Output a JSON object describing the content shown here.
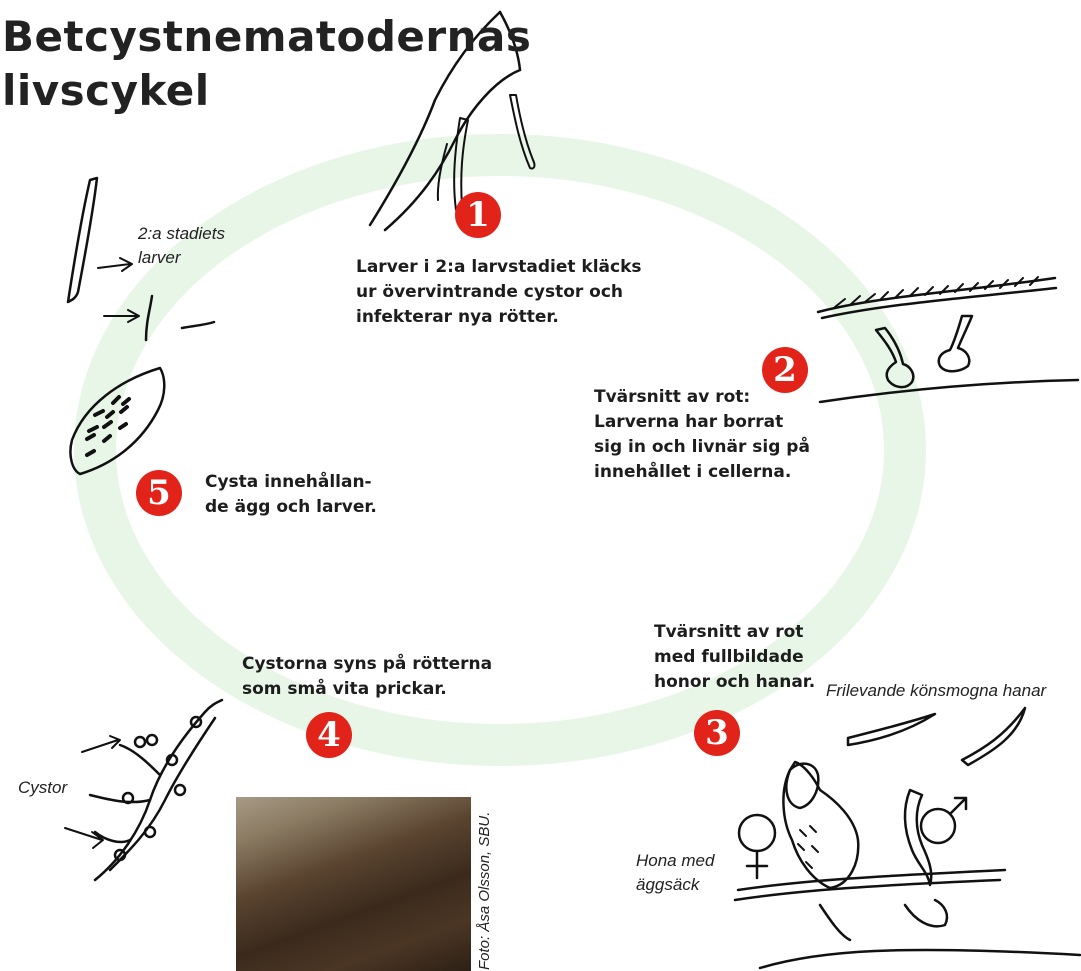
{
  "title_line1": "Betcystnematodernas",
  "title_line2": "livscykel",
  "steps": [
    {
      "number": "1",
      "caption_lines": [
        "Larver i 2:a larvstadiet kläcks",
        "ur övervintrande cystor och",
        "infekterar nya rötter."
      ]
    },
    {
      "number": "2",
      "caption_lines": [
        "Tvärsnitt av rot:",
        "Larverna har borrat",
        "sig in och livnär sig på",
        "innehållet i cellerna."
      ]
    },
    {
      "number": "3",
      "caption_lines": [
        "Tvärsnitt av rot",
        "med fullbildade",
        "honor och hanar."
      ]
    },
    {
      "number": "4",
      "caption_lines": [
        "Cystorna syns på rötterna",
        "som små vita prickar."
      ]
    },
    {
      "number": "5",
      "caption_lines": [
        "Cysta innehållan-",
        "de ägg och larver."
      ]
    }
  ],
  "labels": {
    "stage2_larvae_line1": "2:a stadiets",
    "stage2_larvae_line2": "larver",
    "cysts": "Cystor",
    "free_males": "Frilevande könsmogna hanar",
    "female_line1": "Hona med",
    "female_line2": "äggsäck"
  },
  "photo_credit": "Foto: Åsa Olsson, SBU.",
  "colors": {
    "badge": "#e2231a",
    "cycle_ring": "#e6f5e6"
  },
  "icons": [
    "female-symbol-icon",
    "male-symbol-icon"
  ]
}
